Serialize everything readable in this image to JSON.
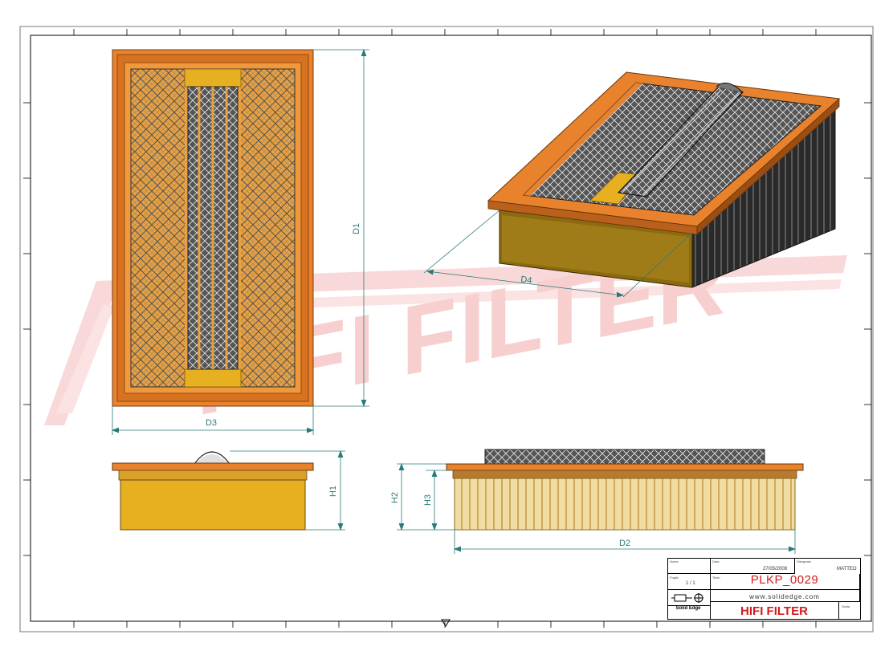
{
  "drawing": {
    "dimensions": [
      "D1",
      "D2",
      "D3",
      "D4",
      "H1",
      "H2",
      "H3"
    ],
    "watermark": "HIFI FILTER",
    "watermark_mark": "®"
  },
  "title_block": {
    "date": "27/05/2008",
    "author": "MATTEO",
    "sheet": "1 / 1",
    "part_code": "PLKP_0029",
    "website": "www.solidedge.com",
    "software": "Solid Edge",
    "brand": "HIFI FILTER",
    "label_date": "Data",
    "label_designed": "Disegnato",
    "label_sheet": "Foglio",
    "label_title": "Titolo",
    "label_name": "Nome",
    "label_scale": "Scala"
  },
  "colors": {
    "frame_orange": "#e8822c",
    "frame_dark": "#a85a1c",
    "media_yellow": "#e6b020",
    "media_dark": "#8c6a10",
    "dimension_teal": "#2a7a7a",
    "watermark_red": "#f3b8b8",
    "title_red": "#d41a1a"
  }
}
